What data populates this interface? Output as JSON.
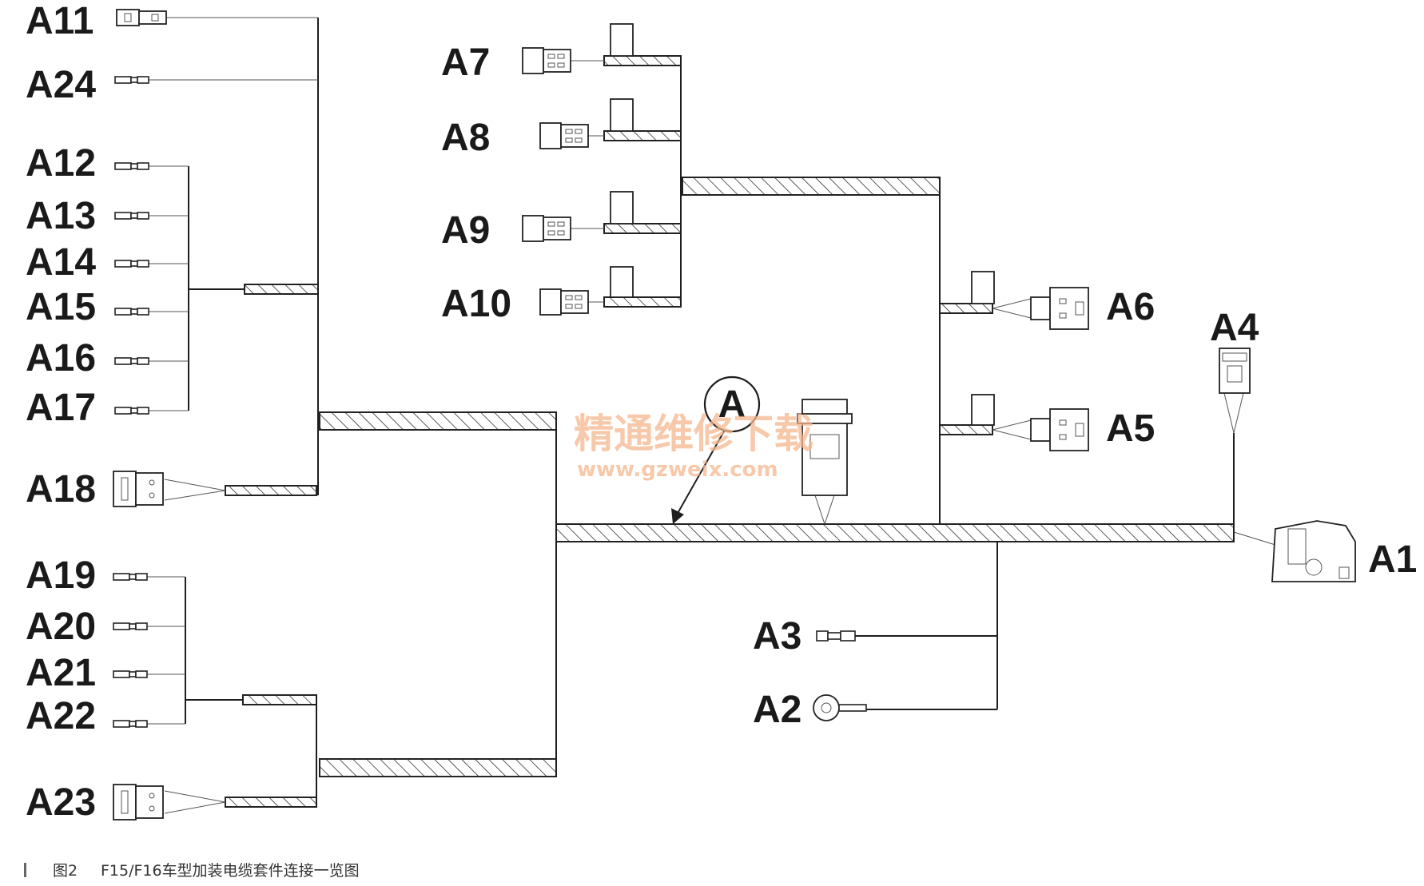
{
  "labels": {
    "A1": "A1",
    "A2": "A2",
    "A3": "A3",
    "A4": "A4",
    "A5": "A5",
    "A6": "A6",
    "A7": "A7",
    "A8": "A8",
    "A9": "A9",
    "A10": "A10",
    "A11": "A11",
    "A12": "A12",
    "A13": "A13",
    "A14": "A14",
    "A15": "A15",
    "A16": "A16",
    "A17": "A17",
    "A18": "A18",
    "A19": "A19",
    "A20": "A20",
    "A21": "A21",
    "A22": "A22",
    "A23": "A23",
    "A24": "A24"
  },
  "callout": "A",
  "watermark": {
    "title": "精通维修下载",
    "url": "www.gzweix.com"
  },
  "caption": {
    "figure": "图2",
    "text": "F15/F16车型加装电缆套件连接一览图"
  },
  "colors": {
    "line": "#1e1e1e",
    "watermark": "#f5b78e"
  }
}
